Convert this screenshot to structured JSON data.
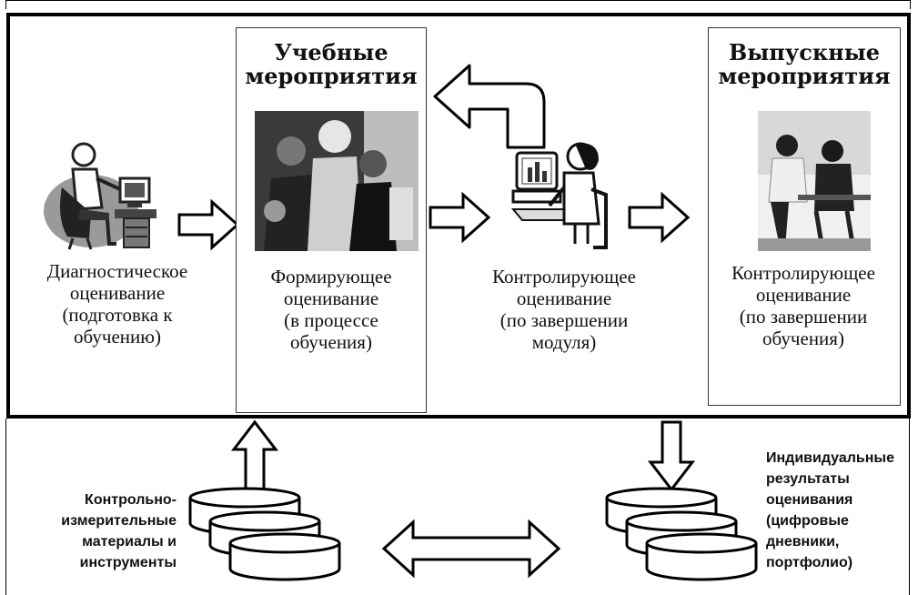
{
  "stages": [
    {
      "title": "",
      "caption": "Диагностическое\nоценивание\n(подготовка к\nобучению)"
    },
    {
      "title": "Учебные\nмероприятия",
      "caption": "Формирующее\nоценивание\n(в процессе\nобучения)"
    },
    {
      "title": "",
      "caption": "Контролирующее\nоценивание\n(по завершении\nмодуля)"
    },
    {
      "title": "Выпускные\nмероприятия",
      "caption": "Контролирующее\nоценивание\n(по завершении\nобучения)"
    }
  ],
  "stores": [
    {
      "label": "Контрольно-\nизмерительные\nматериалы и\nинструменты"
    },
    {
      "label": "Индивидуальные\nрезультаты\nоценивания\n(цифровые\nдневники,\nпортфолио)"
    }
  ],
  "images": [
    {
      "icon": "person-at-computer-clipart-icon"
    },
    {
      "icon": "group-learning-photo"
    },
    {
      "icon": "woman-at-computer-clipart-icon"
    },
    {
      "icon": "graduation-meeting-photo"
    }
  ],
  "colors": {
    "line": "#000000",
    "box_border": "#333333",
    "photo_dark": "#2a2a2a"
  }
}
